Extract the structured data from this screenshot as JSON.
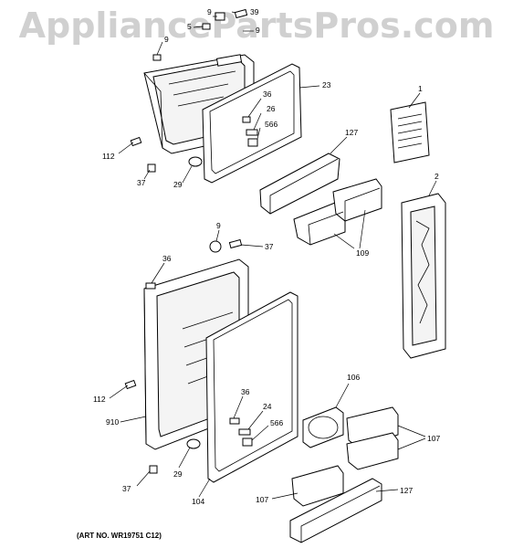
{
  "watermark": "AppliancePartsPros.com",
  "art_number": "(ART NO. WR19751 C12)",
  "labels": {
    "l9a": "9",
    "l39": "39",
    "l5": "5",
    "l9b": "9",
    "l9c": "9",
    "l23": "23",
    "l36a": "36",
    "l26": "26",
    "l566a": "566",
    "l112a": "112",
    "l37a": "37",
    "l29a": "29",
    "l127a": "127",
    "l1": "1",
    "l2": "2",
    "l109": "109",
    "l9d": "9",
    "l37b": "37",
    "l36b": "36",
    "l112b": "112",
    "l910": "910",
    "l36c": "36",
    "l24": "24",
    "l566b": "566",
    "l29b": "29",
    "l37c": "37",
    "l104": "104",
    "l106": "106",
    "l107a": "107",
    "l107b": "107",
    "l127b": "127"
  }
}
